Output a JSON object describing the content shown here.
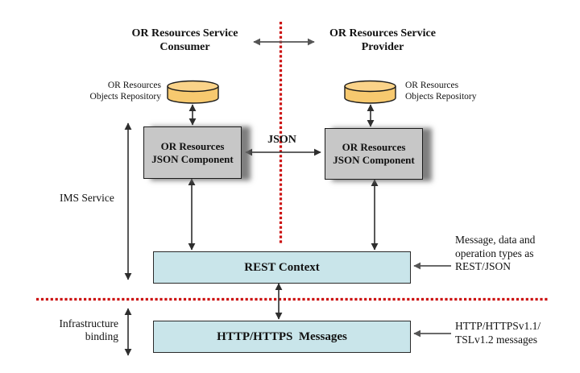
{
  "colors": {
    "cylinder_fill": "#F7C96F",
    "cylinder_top": "#FAD389",
    "component_fill": "#C7C7C7",
    "bus_fill": "#C9E5EA",
    "divider_red": "#CC1111",
    "arrow_dark": "#2E2E2E",
    "arrow_gray": "#555555"
  },
  "diagram": {
    "top": {
      "consumer": "OR Resources Service\nConsumer",
      "provider": "OR Resources Service\nProvider"
    },
    "repositories": {
      "left_label": "OR Resources\nObjects Repository",
      "right_label": "OR Resources\nObjects Repository"
    },
    "components": {
      "left": "OR Resources\nJSON Component",
      "right": "OR Resources\nJSON Component"
    },
    "json_link_label": "JSON",
    "buses": {
      "rest": "REST Context",
      "http": "HTTP/HTTPS  Messages"
    },
    "side_labels": {
      "ims": "IMS Service",
      "infrastructure": "Infrastructure\nbinding"
    },
    "annotations": {
      "rest": "Message, data and\noperation types as\nREST/JSON",
      "http": "HTTP/HTTPSv1.1/\nTSLv1.2 messages"
    }
  }
}
